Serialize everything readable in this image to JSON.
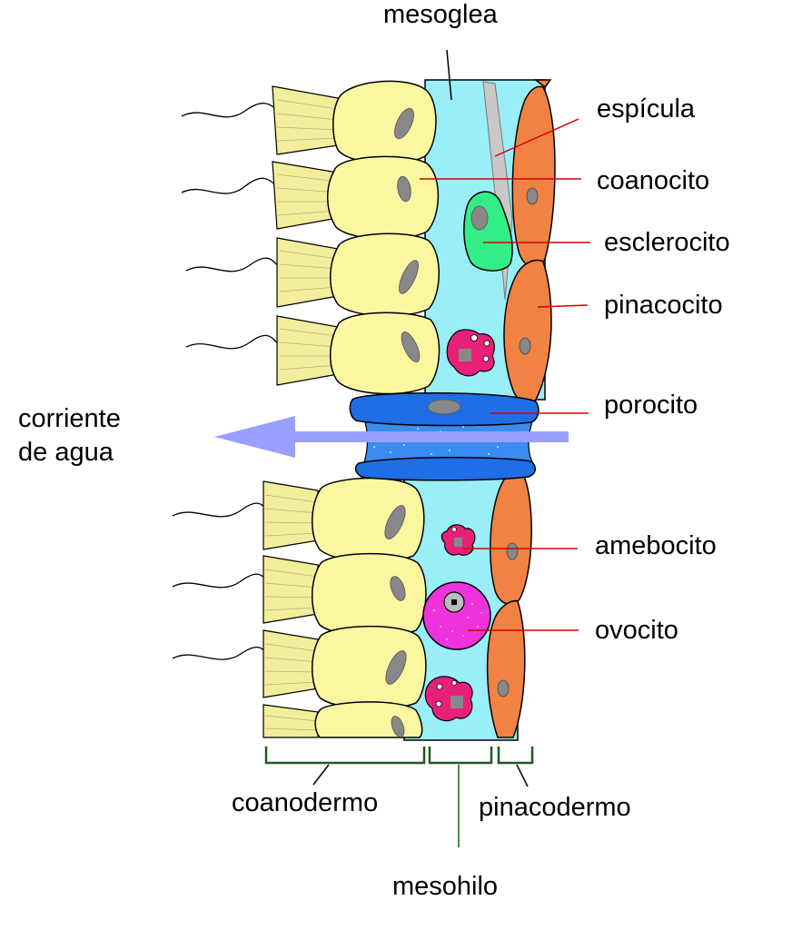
{
  "labels": {
    "mesoglea": "mesoglea",
    "espicula": "espícula",
    "coanocito": "coanocito",
    "esclerocito": "esclerocito",
    "pinacocito": "pinacocito",
    "porocito": "porocito",
    "corriente_line1": "corriente",
    "corriente_line2": "de agua",
    "amebocito": "amebocito",
    "ovocito": "ovocito",
    "coanodermo": "coanodermo",
    "pinacodermo": "pinacodermo",
    "mesohilo": "mesohilo"
  },
  "colors": {
    "mesohyl": "#99eef7",
    "choanocyte": "#fbf6a0",
    "collar": "#f3ee9c",
    "pinacocyte": "#f08244",
    "porocyte": "#1e6ee6",
    "porocyte_body": "#3a8cf0",
    "sclerocyte": "#33ee88",
    "amoebocyte": "#e8207a",
    "oocyte": "#ee33dd",
    "nucleus": "#888888",
    "spicule": "#c8c8c8",
    "arrow": "#9aa0ff",
    "leader": "#d80000",
    "bracket": "#1f5a1f"
  }
}
